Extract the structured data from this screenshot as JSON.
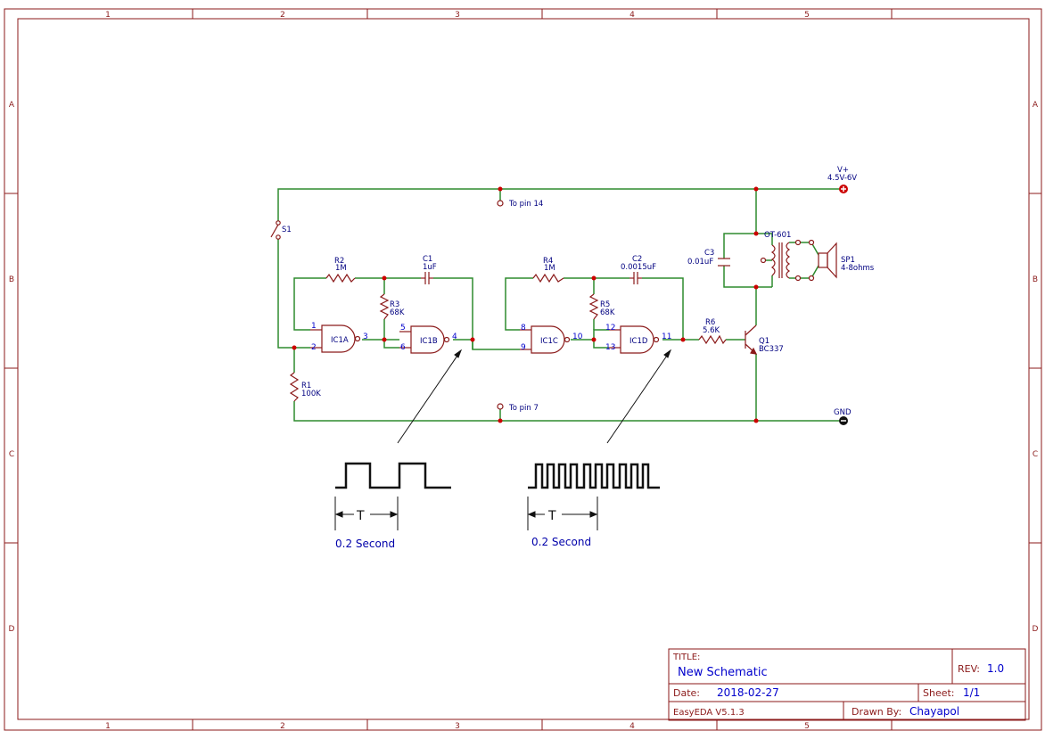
{
  "frame": {
    "columns": [
      "1",
      "2",
      "3",
      "4",
      "5"
    ],
    "rows": [
      "A",
      "B",
      "C",
      "D"
    ]
  },
  "title_block": {
    "title_label": "TITLE:",
    "title_value": "New Schematic",
    "rev_label": "REV:",
    "rev_value": "1.0",
    "date_label": "Date:",
    "date_value": "2018-02-27",
    "sheet_label": "Sheet:",
    "sheet_value": "1/1",
    "software": "EasyEDA V5.1.3",
    "drawn_label": "Drawn By:",
    "drawn_value": "Chayapol"
  },
  "components": {
    "s1": "S1",
    "r1": {
      "ref": "R1",
      "value": "100K"
    },
    "r2": {
      "ref": "R2",
      "value": "1M"
    },
    "r3": {
      "ref": "R3",
      "value": "68K"
    },
    "r4": {
      "ref": "R4",
      "value": "1M"
    },
    "r5": {
      "ref": "R5",
      "value": "68K"
    },
    "r6": {
      "ref": "R6",
      "value": "5.6K"
    },
    "c1": {
      "ref": "C1",
      "value": "1uF"
    },
    "c2": {
      "ref": "C2",
      "value": "0.0015uF"
    },
    "c3": {
      "ref": "C3",
      "value": "0.01uF"
    },
    "q1": {
      "ref": "Q1",
      "value": "BC337"
    },
    "t1": "OT-601",
    "sp1": {
      "ref": "SP1",
      "value": "4-8ohms"
    },
    "ic1a": {
      "label": "IC1A",
      "pins": [
        "1",
        "2",
        "3"
      ]
    },
    "ic1b": {
      "label": "IC1B",
      "pins": [
        "5",
        "6",
        "4"
      ]
    },
    "ic1c": {
      "label": "IC1C",
      "pins": [
        "8",
        "9",
        "10"
      ]
    },
    "ic1d": {
      "label": "IC1D",
      "pins": [
        "12",
        "13",
        "11"
      ]
    },
    "vplus": {
      "name": "V+",
      "value": "4.5V-6V"
    },
    "gnd": "GND",
    "pin14": "To pin 14",
    "pin7": "To pin 7"
  },
  "annotations": {
    "period_symbol": "T",
    "wave1_caption": "0.2 Second",
    "wave2_caption": "0.2 Second"
  },
  "colors": {
    "frame": "#8b1a1a",
    "wire": "#2e8b2e",
    "component": "#8b1a1a",
    "pin_text": "#0000cc",
    "label_text": "#000080",
    "junction": "#cc0000",
    "title_value": "#0000cc"
  }
}
